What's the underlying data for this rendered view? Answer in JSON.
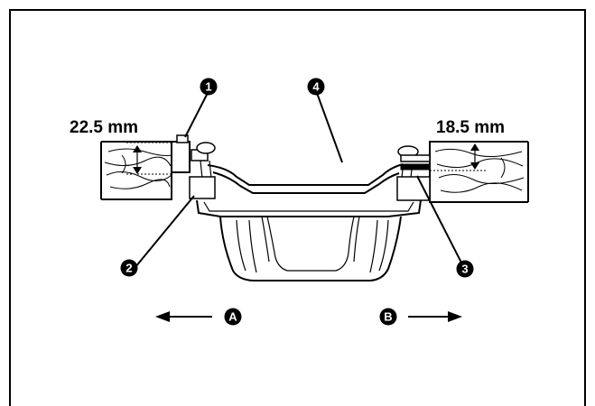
{
  "dimensions": {
    "left": "22.5 mm",
    "right": "18.5 mm"
  },
  "callouts": {
    "c1": "1",
    "c2": "2",
    "c3": "3",
    "c4": "4",
    "cA": "A",
    "cB": "B"
  },
  "colors": {
    "ink": "#000000",
    "paper": "#ffffff"
  }
}
